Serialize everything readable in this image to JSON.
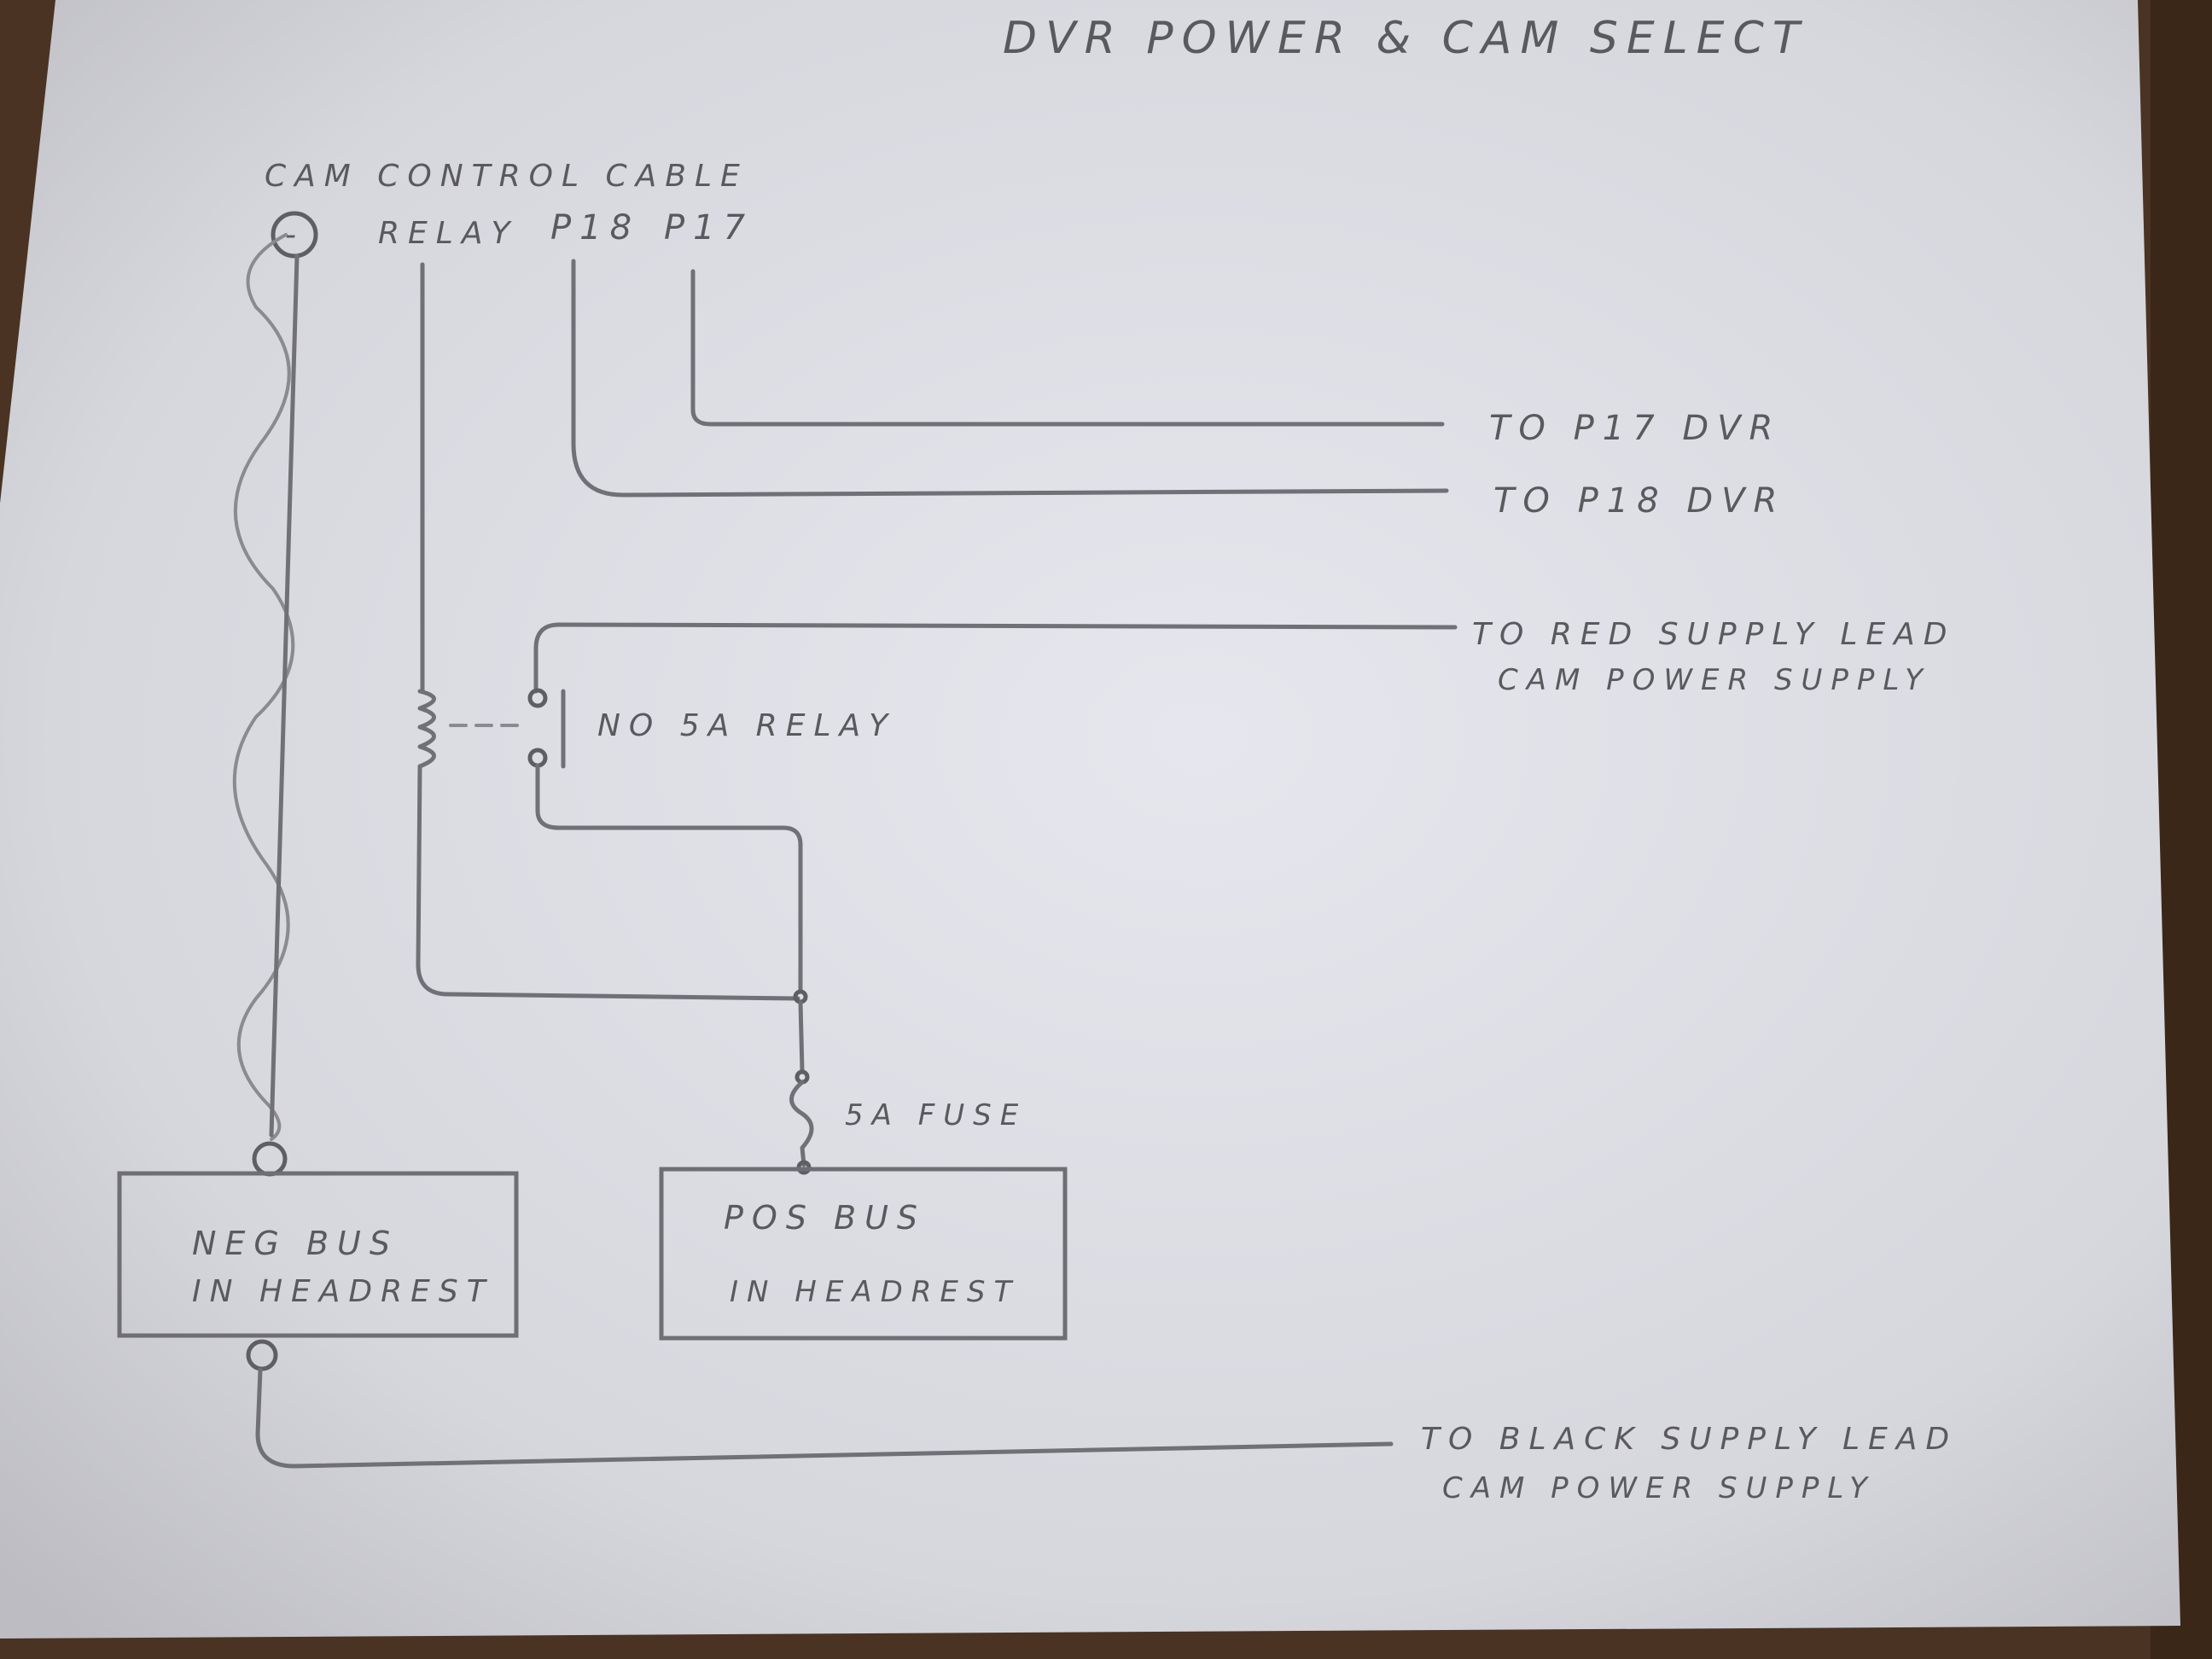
{
  "title": "DVR POWER & CAM SELECT",
  "cable_label": "CAM CONTROL CABLE",
  "conductors": {
    "neg": "-",
    "relay": "RELAY",
    "p18": "P18",
    "p17": "P17"
  },
  "outputs": {
    "p17": "TO P17 DVR",
    "p18": "TO P18 DVR",
    "red_line1": "TO RED SUPPLY LEAD",
    "red_line2": "CAM POWER SUPPLY",
    "black_line1": "TO BLACK SUPPLY LEAD",
    "black_line2": "CAM POWER SUPPLY"
  },
  "relay_label": "NO 5A RELAY",
  "fuse_label": "5A FUSE",
  "neg_bus": {
    "line1": "NEG BUS",
    "line2": "IN HEADREST"
  },
  "pos_bus": {
    "line1": "POS BUS",
    "line2": "IN HEADREST"
  },
  "colors": {
    "table": "#4a3322",
    "paper": "#dcdde3",
    "pencil": "#5a5a5e"
  }
}
